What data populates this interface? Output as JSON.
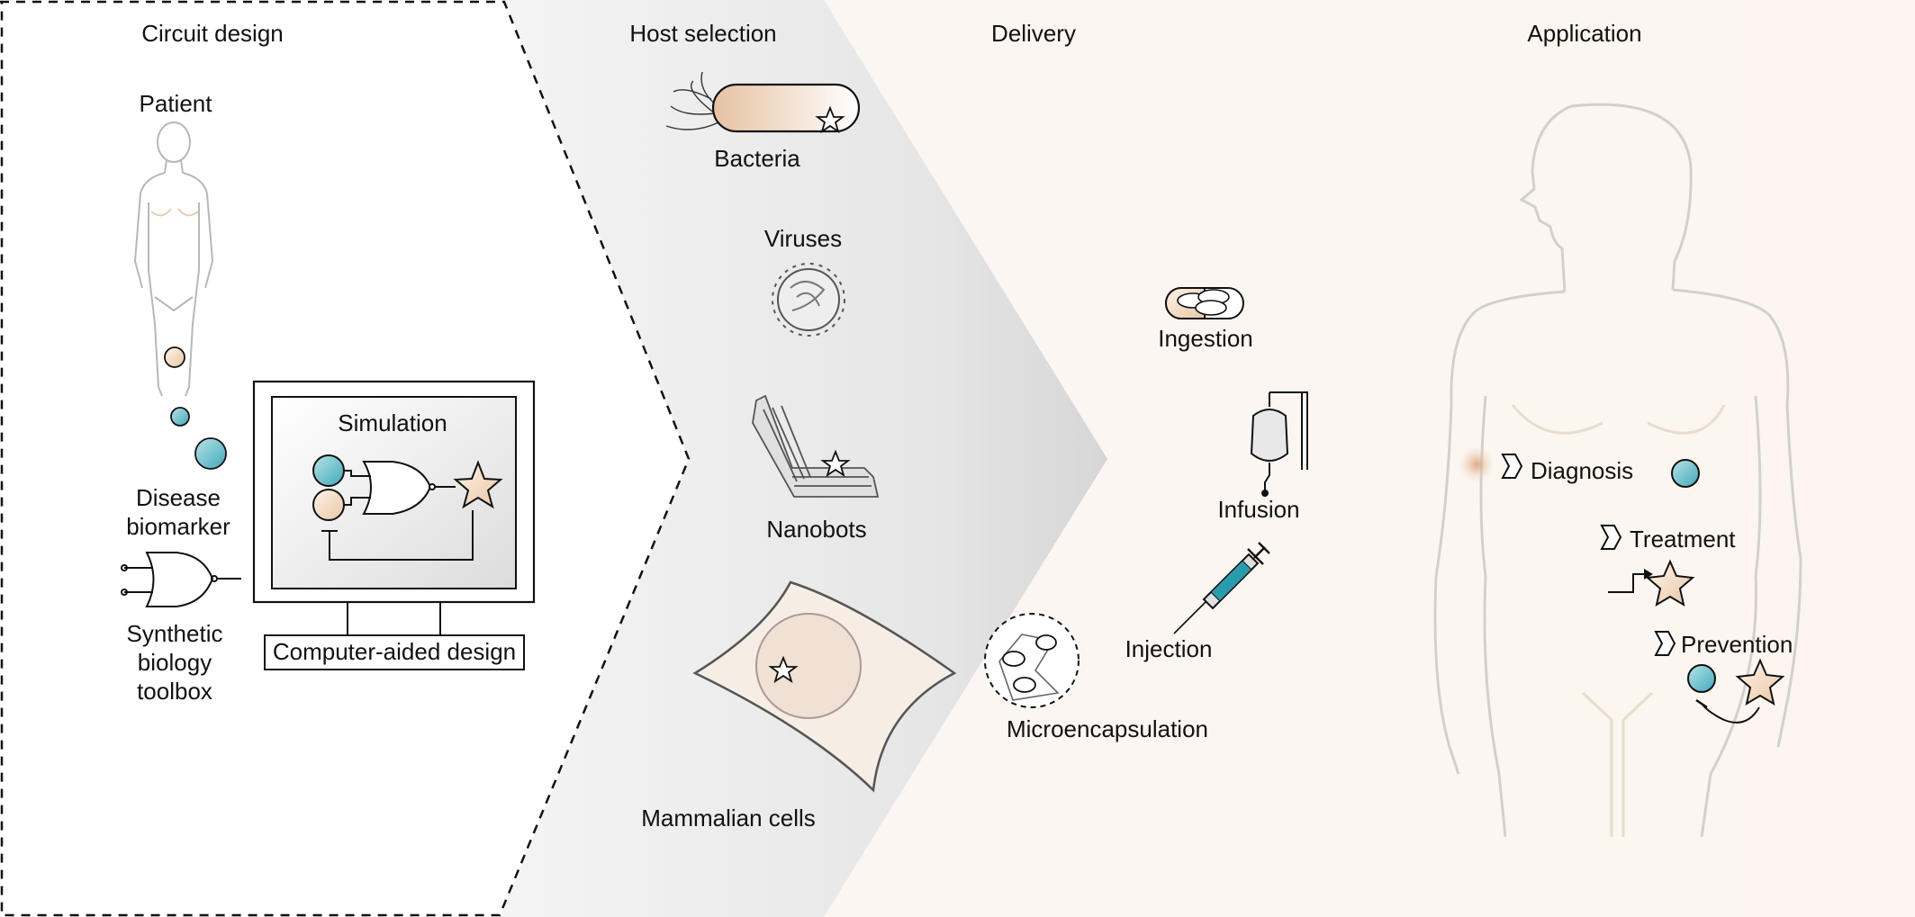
{
  "stages": {
    "circuit_design": "Circuit design",
    "host_selection": "Host selection",
    "delivery": "Delivery",
    "application": "Application"
  },
  "circuit": {
    "patient": "Patient",
    "disease_biomarker_l1": "Disease",
    "disease_biomarker_l2": "biomarker",
    "toolbox_l1": "Synthetic",
    "toolbox_l2": "biology",
    "toolbox_l3": "toolbox",
    "simulation": "Simulation",
    "cad": "Computer-aided design"
  },
  "hosts": {
    "bacteria": "Bacteria",
    "viruses": "Viruses",
    "nanobots": "Nanobots",
    "mammalian": "Mammalian cells"
  },
  "delivery": {
    "ingestion": "Ingestion",
    "infusion": "Infusion",
    "injection": "Injection",
    "microencapsulation": "Microencapsulation"
  },
  "application": {
    "diagnosis": "Diagnosis",
    "treatment": "Treatment",
    "prevention": "Prevention"
  },
  "colors": {
    "teal": "#6fc0cc",
    "peach": "#f0d8c0",
    "outline": "#111111",
    "body_outline": "#c8c8c8"
  }
}
